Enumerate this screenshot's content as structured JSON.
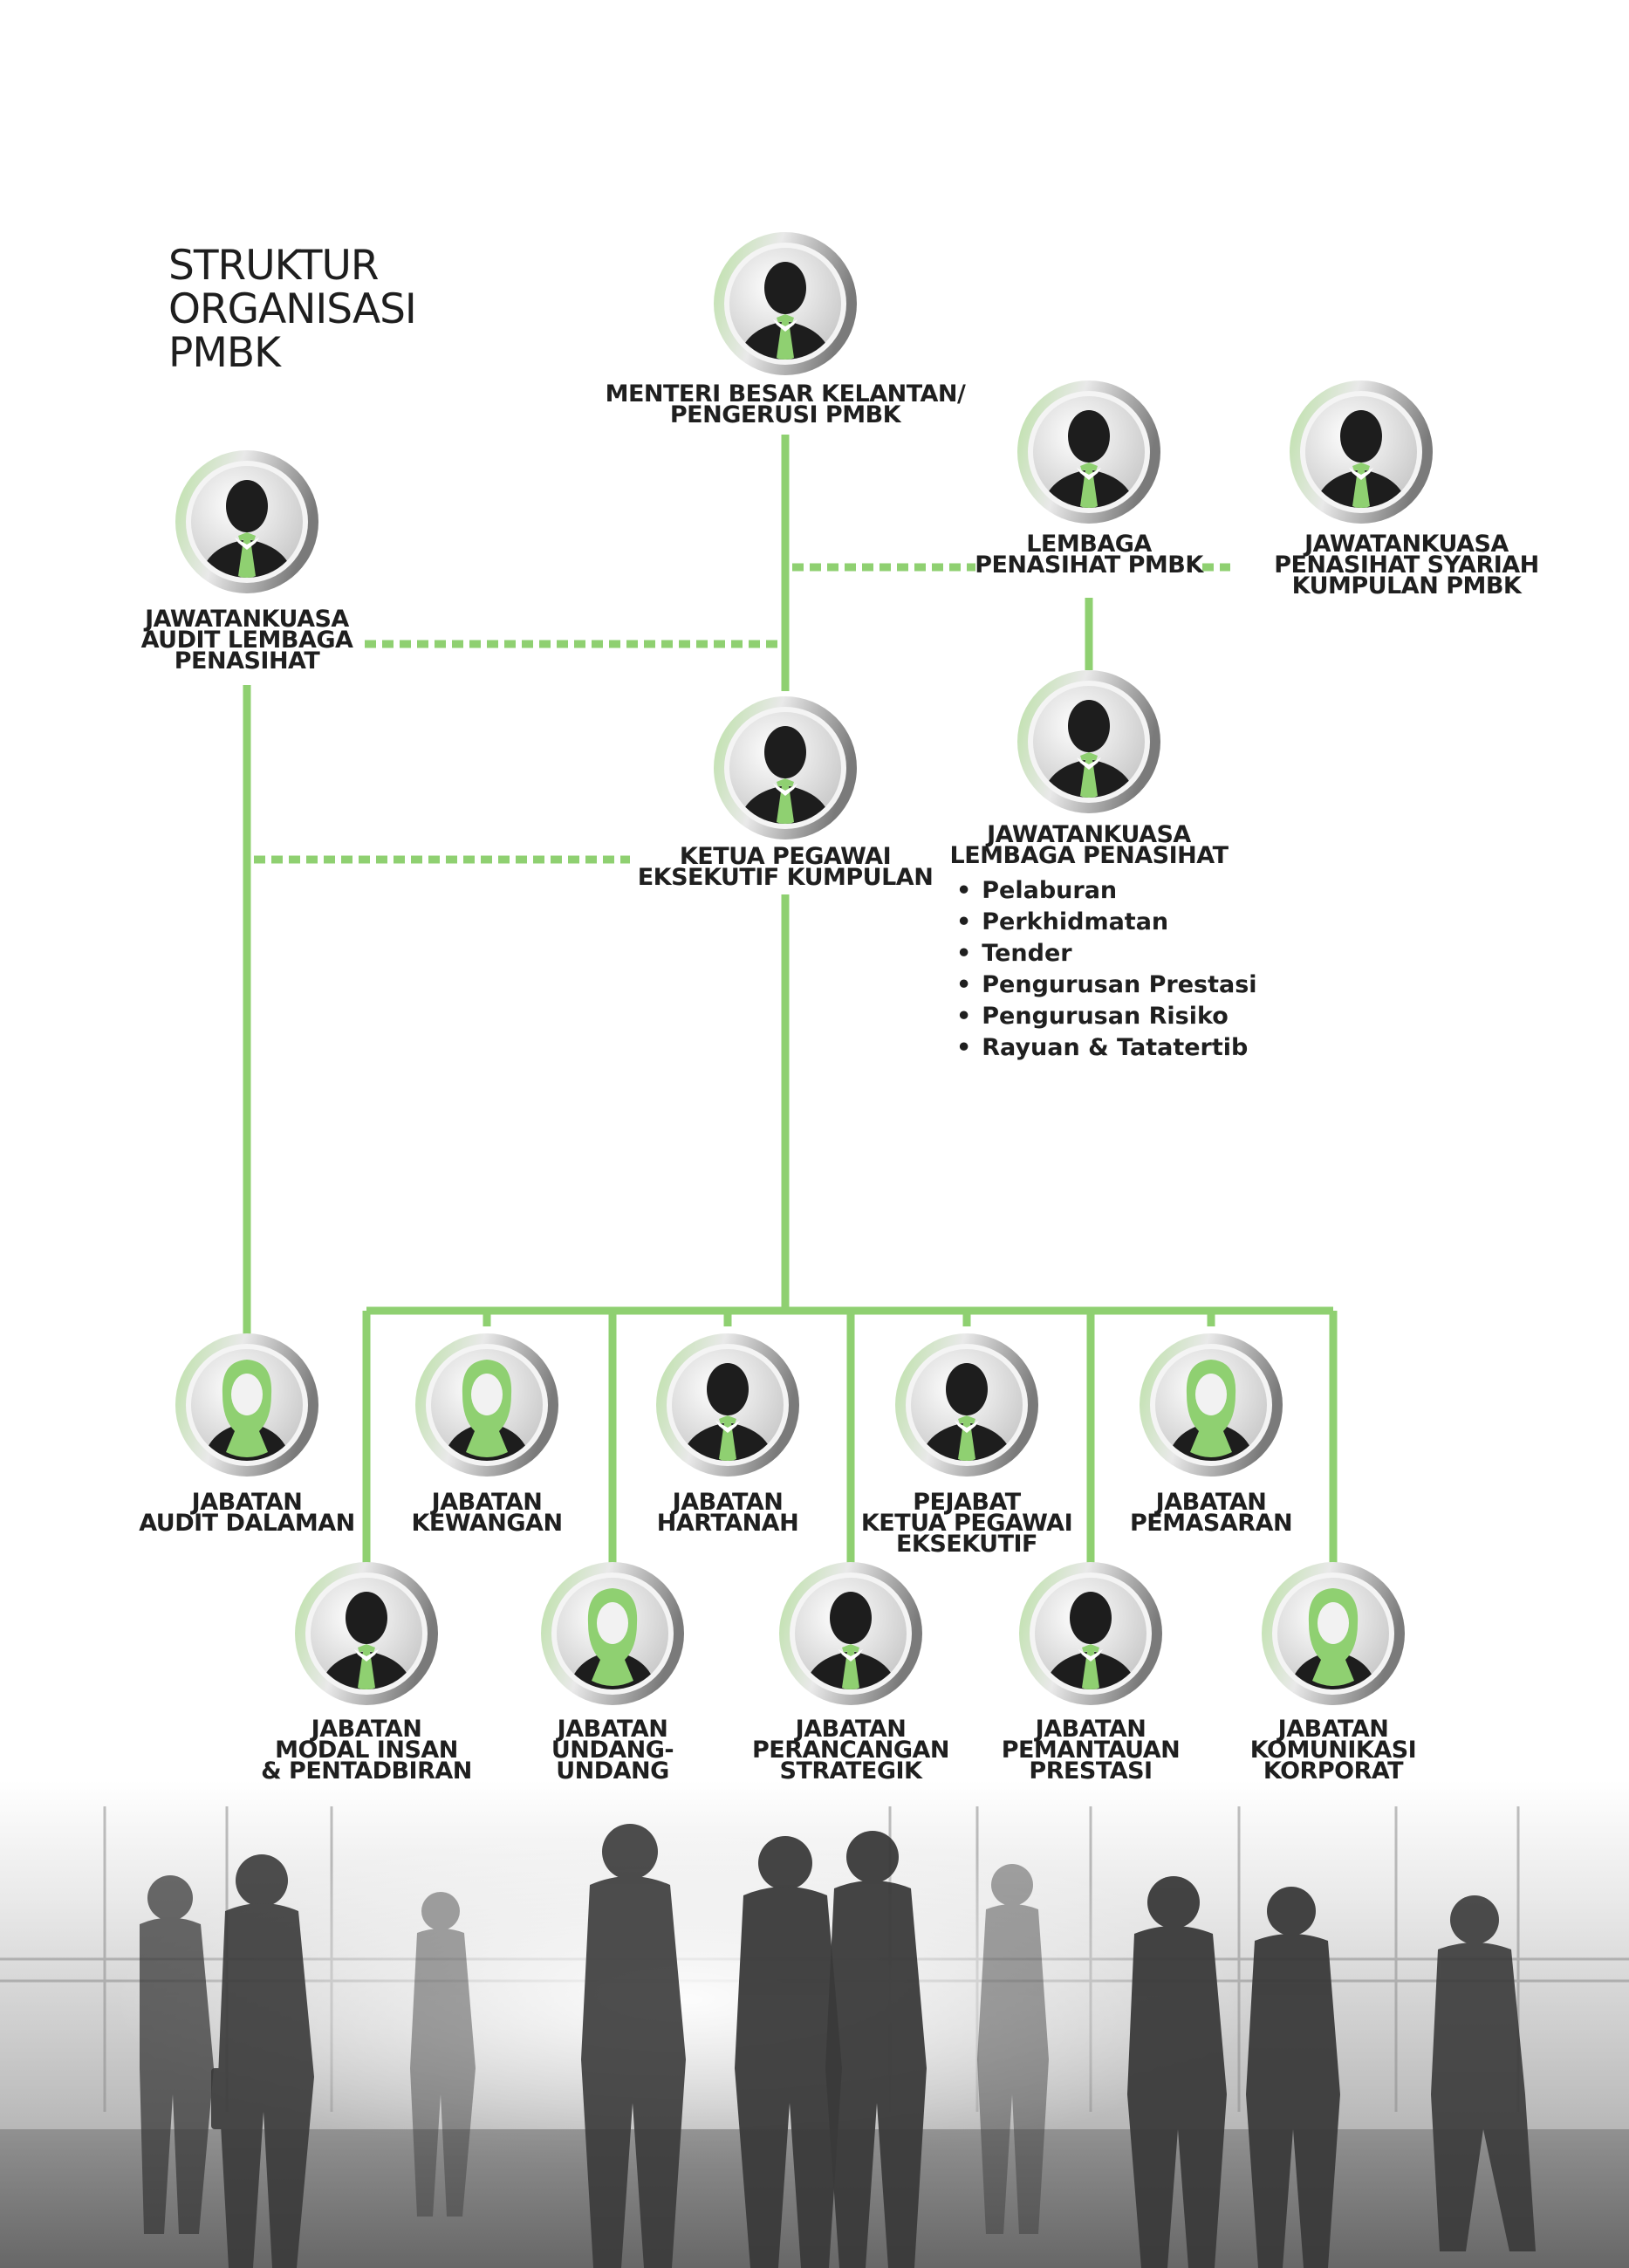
{
  "title": [
    "STRUKTUR",
    "ORGANISASI",
    "PMBK"
  ],
  "colors": {
    "accent": "#8fd071",
    "text": "#1f1f1f",
    "silhouette": "#1d1d1d",
    "ring": "#b9e0a3"
  },
  "nodes": {
    "menteri": {
      "lines": [
        "MENTERI BESAR KELANTAN/",
        "PENGERUSI PMBK"
      ],
      "figure": "man"
    },
    "lembaga": {
      "lines": [
        "LEMBAGA",
        "PENASIHAT PMBK"
      ],
      "figure": "man"
    },
    "syariah": {
      "lines": [
        "JAWATANKUASA",
        "PENASIHAT SYARIAH",
        "KUMPULAN PMBK"
      ],
      "figure": "man"
    },
    "audit_committee": {
      "lines": [
        "JAWATANKUASA",
        "AUDIT LEMBAGA",
        "PENASIHAT"
      ],
      "figure": "man"
    },
    "ceo": {
      "lines": [
        "KETUA PEGAWAI",
        "EKSEKUTIF KUMPULAN"
      ],
      "figure": "man"
    },
    "board_committee": {
      "lines": [
        "JAWATANKUASA",
        "LEMBAGA PENASIHAT"
      ],
      "figure": "man",
      "list": [
        "Pelaburan",
        "Perkhidmatan",
        "Tender",
        "Pengurusan Prestasi",
        "Pengurusan Risiko",
        "Rayuan & Tatatertib"
      ]
    },
    "audit_dalaman": {
      "lines": [
        "JABATAN",
        "AUDIT DALAMAN"
      ],
      "figure": "woman"
    },
    "kewangan": {
      "lines": [
        "JABATAN",
        "KEWANGAN"
      ],
      "figure": "woman"
    },
    "hartanah": {
      "lines": [
        "JABATAN",
        "HARTANAH"
      ],
      "figure": "man"
    },
    "pejabat_ceo": {
      "lines": [
        "PEJABAT",
        "KETUA PEGAWAI",
        "EKSEKUTIF"
      ],
      "figure": "man"
    },
    "pemasaran": {
      "lines": [
        "JABATAN",
        "PEMASARAN"
      ],
      "figure": "woman"
    },
    "modal_insan": {
      "lines": [
        "JABATAN",
        "MODAL INSAN",
        "& PENTADBIRAN"
      ],
      "figure": "man"
    },
    "undang": {
      "lines": [
        "JABATAN",
        "UNDANG-",
        "UNDANG"
      ],
      "figure": "woman"
    },
    "perancangan": {
      "lines": [
        "JABATAN",
        "PERANCANGAN",
        "STRATEGIK"
      ],
      "figure": "man"
    },
    "pemantauan": {
      "lines": [
        "JABATAN",
        "PEMANTAUAN",
        "PRESTASI"
      ],
      "figure": "man"
    },
    "komunikasi": {
      "lines": [
        "JABATAN",
        "KOMUNIKASI",
        "KORPORAT"
      ],
      "figure": "woman"
    }
  }
}
